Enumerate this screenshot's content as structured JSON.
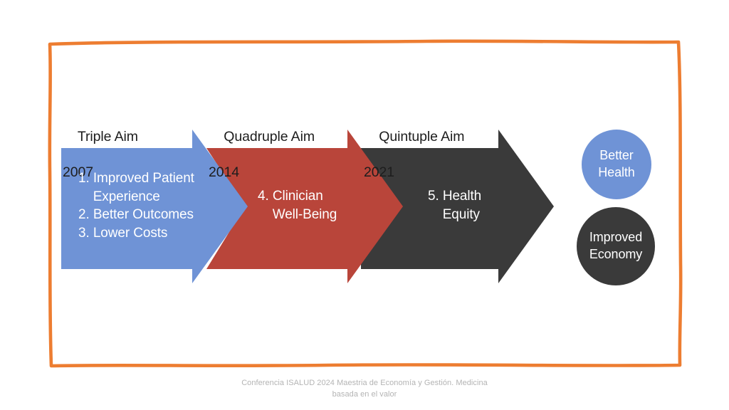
{
  "slide": {
    "background_color": "#ffffff",
    "border_color": "#ed7d31",
    "title_hidden": ""
  },
  "colors": {
    "blue": "#6f93d6",
    "red": "#b9453a",
    "dark": "#3a3a3a",
    "border_orange": "#ed7d31",
    "heading_text": "#1d1d1d",
    "arrow_text": "#ffffff",
    "footer_text": "#b4b4b4"
  },
  "stages": [
    {
      "id": "triple-aim",
      "heading": "Triple Aim",
      "year": "2007",
      "color": "#6f93d6",
      "items": [
        "1. Improved Patient",
        "   Experience",
        "2. Better Outcomes",
        "3. Lower Costs"
      ],
      "label": "1. Improved Patient\n    Experience\n2. Better Outcomes\n3. Lower Costs"
    },
    {
      "id": "quadruple-aim",
      "heading": "Quadruple Aim",
      "year": "2014",
      "color": "#b9453a",
      "items": [
        "4. Clinician",
        "    Well-Being"
      ],
      "label": "4. Clinician\n    Well-Being"
    },
    {
      "id": "quintuple-aim",
      "heading": "Quintuple Aim",
      "year": "2021",
      "color": "#3a3a3a",
      "items": [
        "5. Health",
        "    Equity"
      ],
      "label": "5. Health\n    Equity"
    }
  ],
  "outcomes": [
    {
      "id": "better-health",
      "label": "Better\nHealth",
      "color": "#6f93d6"
    },
    {
      "id": "improved-economy",
      "label": "Improved\nEconomy",
      "color": "#3a3a3a"
    }
  ],
  "footer": {
    "line1": "Conferencia ISALUD 2024 Maestria de Economía y Gestión. Medicina",
    "line2": "basada en el valor"
  }
}
